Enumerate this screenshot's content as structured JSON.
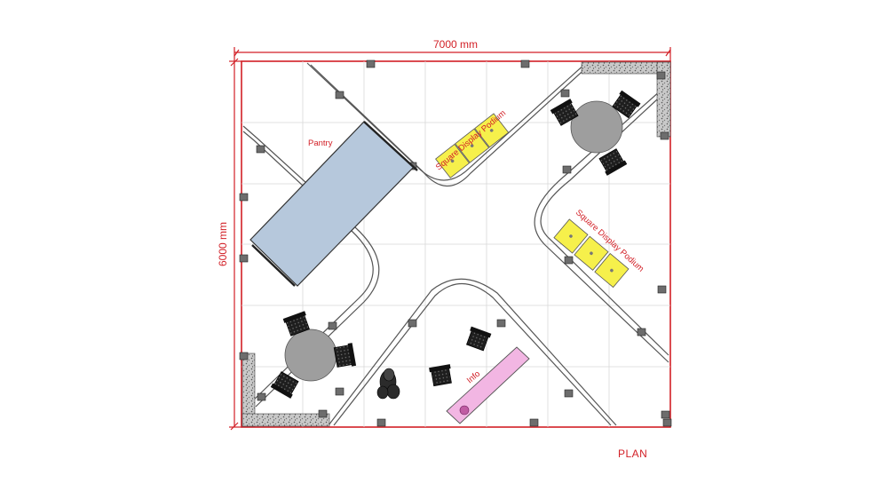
{
  "dimensions": {
    "width": "7000 mm",
    "height": "6000 mm"
  },
  "labels": {
    "pantry": "Pantry",
    "podium_top": "Square Display Podium",
    "podium_right": "Square Display Podium",
    "info": "Info",
    "plan": "PLAN"
  },
  "colors": {
    "dimension": "#d21f26",
    "pantry_fill": "#b6c8dc",
    "podium_fill": "#f6f04b",
    "info_fill": "#f2b6e3",
    "table_fill": "#9e9e9e",
    "wall_texture": "#9a9a9a",
    "chair": "#222222"
  }
}
